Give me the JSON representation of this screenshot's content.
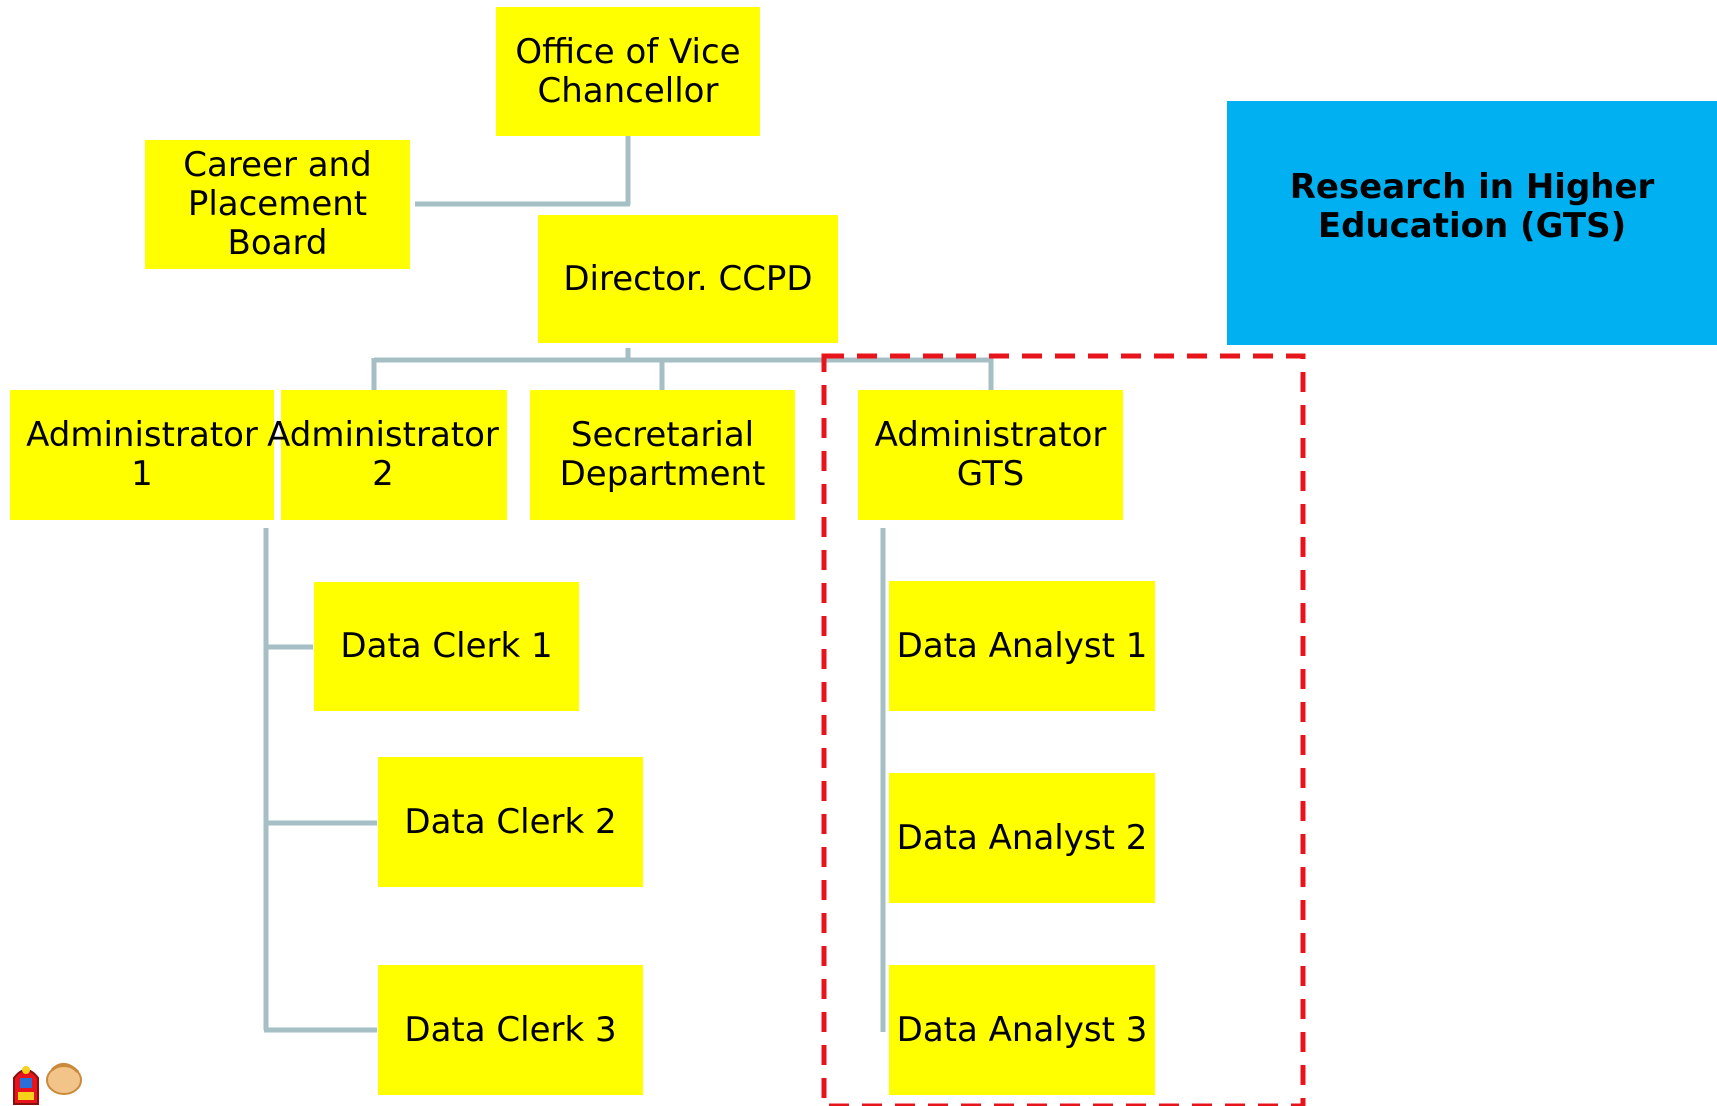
{
  "diagram": {
    "nodes": {
      "vice_chancellor": "Office of Vice\nChancellor",
      "career_board": "Career and\nPlacement\nBoard",
      "director": "Director. CCPD",
      "admin_1": "Administrator\n1",
      "admin_2": "Administrator\n2",
      "secretarial": "Secretarial\nDepartment",
      "admin_gts": "Administrator\nGTS",
      "clerk_1": "Data Clerk 1",
      "clerk_2": "Data Clerk 2",
      "clerk_3": "Data Clerk 3",
      "analyst_1": "Data Analyst 1",
      "analyst_2": "Data Analyst 2",
      "analyst_3": "Data Analyst 3"
    },
    "callout": "Research in Higher\nEducation (GTS)"
  },
  "colors": {
    "box_fill": "#ffff00",
    "callout_fill": "#00b0f0",
    "connector": "#a6bfc4",
    "highlight_dash": "#e8141b"
  },
  "icons": {
    "logo": "university-crest-icon"
  }
}
